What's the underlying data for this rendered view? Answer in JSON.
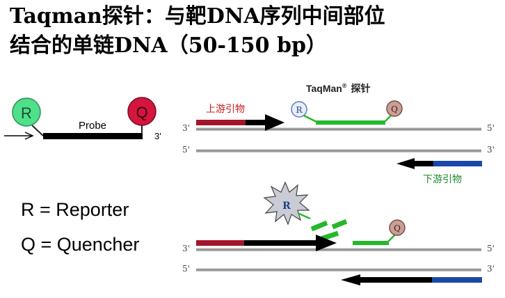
{
  "title": {
    "line1": "Taqman探针：与靶DNA序列中间部位",
    "line2": "结合的单链DNA（50-150 bp）"
  },
  "probe_legend": {
    "r_letter": "R",
    "q_letter": "Q",
    "probe_label": "Probe",
    "three_prime": "3'"
  },
  "key": {
    "reporter": "R = Reporter",
    "quencher": "Q = Quencher"
  },
  "annealing": {
    "taqman_label": "TaqMan",
    "registered": "®",
    "probe_cn": "探针",
    "upstream_primer": "上游引物",
    "downstream_primer": "下游引物",
    "r_letter": "R",
    "q_letter": "Q",
    "top_left_end": "3'",
    "top_right_end": "5'",
    "bottom_left_end": "5'",
    "bottom_right_end": "3'"
  },
  "cleavage": {
    "r_letter": "R",
    "q_letter": "Q",
    "top_left_end": "3'",
    "top_right_end": "5'",
    "bottom_left_end": "5'",
    "bottom_right_end": "3'"
  },
  "colors": {
    "reporter": "#4fe08a",
    "quencher": "#d4153d",
    "upstream": "#a3152a",
    "downstream": "#1a48a8",
    "probe": "#23b92a",
    "strand": "#9a9a9a",
    "label_red": "#c41e24",
    "label_green": "#1e8a2e"
  }
}
